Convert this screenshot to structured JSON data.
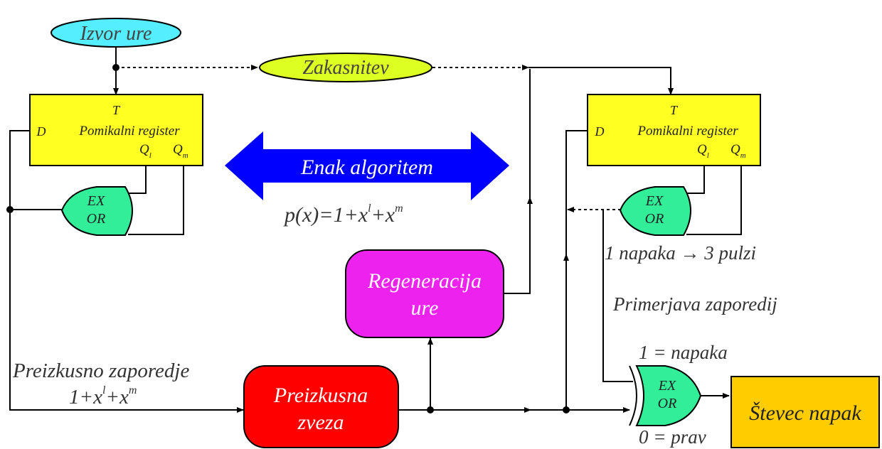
{
  "nodes": {
    "clock_source": "Izvor ure",
    "delay": "Zakasnitev",
    "clock_regen": [
      "Regeneracija",
      "ure"
    ],
    "test_link": [
      "Preizkusna",
      "zveza"
    ],
    "error_counter": "Števec napak"
  },
  "shift_register_left": {
    "t": "T",
    "d": "D",
    "title": "Pomikalni register",
    "ql": "Q",
    "ql_sub": "l",
    "qm": "Q",
    "qm_sub": "m"
  },
  "shift_register_right": {
    "t": "T",
    "d": "D",
    "title": "Pomikalni register",
    "ql": "Q",
    "ql_sub": "l",
    "qm": "Q",
    "qm_sub": "m"
  },
  "xor_left": [
    "EX",
    "OR"
  ],
  "xor_right": [
    "EX",
    "OR"
  ],
  "xor_compare": [
    "EX",
    "OR"
  ],
  "same_algorithm": {
    "label": "Enak algoritem",
    "poly_prefix": "p(x)=1+x",
    "poly_exp1": "l",
    "poly_mid": "+x",
    "poly_exp2": "m"
  },
  "test_sequence": {
    "label": "Preizkusno zaporedje",
    "poly_prefix": "1+x",
    "poly_exp1": "l",
    "poly_mid": "+x",
    "poly_exp2": "m"
  },
  "annotations": {
    "one_error": "1 napaka → 3 pulzi",
    "compare": "Primerjava zaporedij",
    "error_one": "1 = napaka",
    "correct_zero": "0 = prav"
  },
  "colors": {
    "cyan": "#55eeff",
    "yellow_green": "#ddff22",
    "yellow": "#ffff22",
    "green": "#33ee99",
    "blue": "#0000ff",
    "magenta": "#ee22ee",
    "red": "#ff0000",
    "orange": "#ffcc00"
  }
}
